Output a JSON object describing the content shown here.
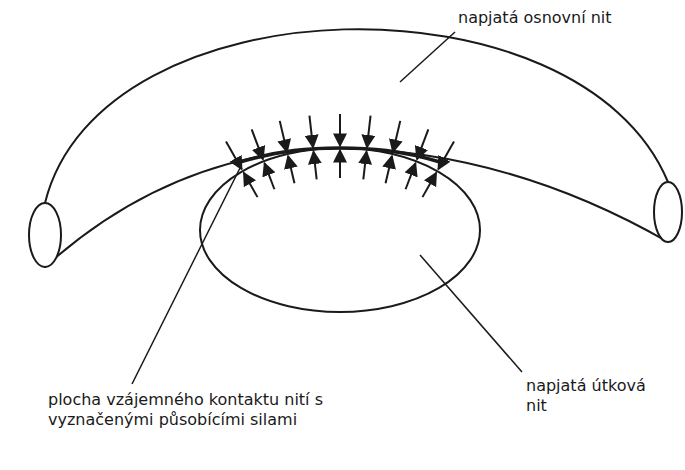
{
  "diagram": {
    "labels": [
      "napjatá osnovní nit",
      "napjatá útková nit",
      "plocha vzájemného kontaktu nití s vyznačenými působícími silami"
    ]
  }
}
